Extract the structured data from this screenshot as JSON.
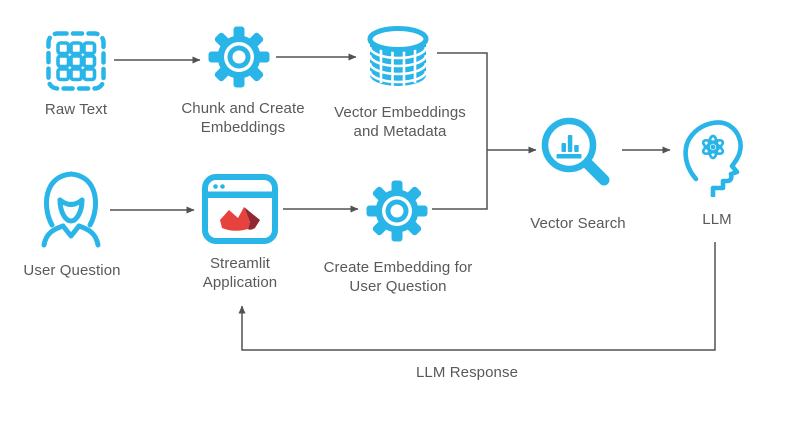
{
  "diagram": {
    "type": "flow-diagram",
    "accent_color": "#29B5E8",
    "connector_color": "#515254",
    "text_color": "#58595B",
    "streamlit_red": "#E8423F",
    "streamlit_dark_red": "#93272F",
    "nodes": [
      {
        "id": "raw-text",
        "label": "Raw Text",
        "icon": "grid-dashed-icon"
      },
      {
        "id": "chunk-embed",
        "label": "Chunk and Create Embeddings",
        "icon": "gear-icon"
      },
      {
        "id": "vector-db",
        "label": "Vector Embeddings and Metadata",
        "icon": "database-cylinder-icon"
      },
      {
        "id": "user-question",
        "label": "User Question",
        "icon": "person-icon"
      },
      {
        "id": "streamlit-app",
        "label": "Streamlit Application",
        "icon": "browser-window-icon"
      },
      {
        "id": "create-embed",
        "label": "Create Embedding for User Question",
        "icon": "gear-icon"
      },
      {
        "id": "vector-search",
        "label": "Vector Search",
        "icon": "magnifier-chart-icon"
      },
      {
        "id": "llm",
        "label": "LLM",
        "icon": "head-atom-icon"
      }
    ],
    "edges": [
      {
        "from": "raw-text",
        "to": "chunk-embed",
        "label": ""
      },
      {
        "from": "chunk-embed",
        "to": "vector-db",
        "label": ""
      },
      {
        "from": "user-question",
        "to": "streamlit-app",
        "label": ""
      },
      {
        "from": "streamlit-app",
        "to": "create-embed",
        "label": ""
      },
      {
        "from": "vector-db",
        "to": "vector-search",
        "label": ""
      },
      {
        "from": "create-embed",
        "to": "vector-search",
        "label": ""
      },
      {
        "from": "vector-search",
        "to": "llm",
        "label": ""
      },
      {
        "from": "llm",
        "to": "streamlit-app",
        "label": "LLM Response"
      }
    ],
    "feedback_label": "LLM Response"
  }
}
